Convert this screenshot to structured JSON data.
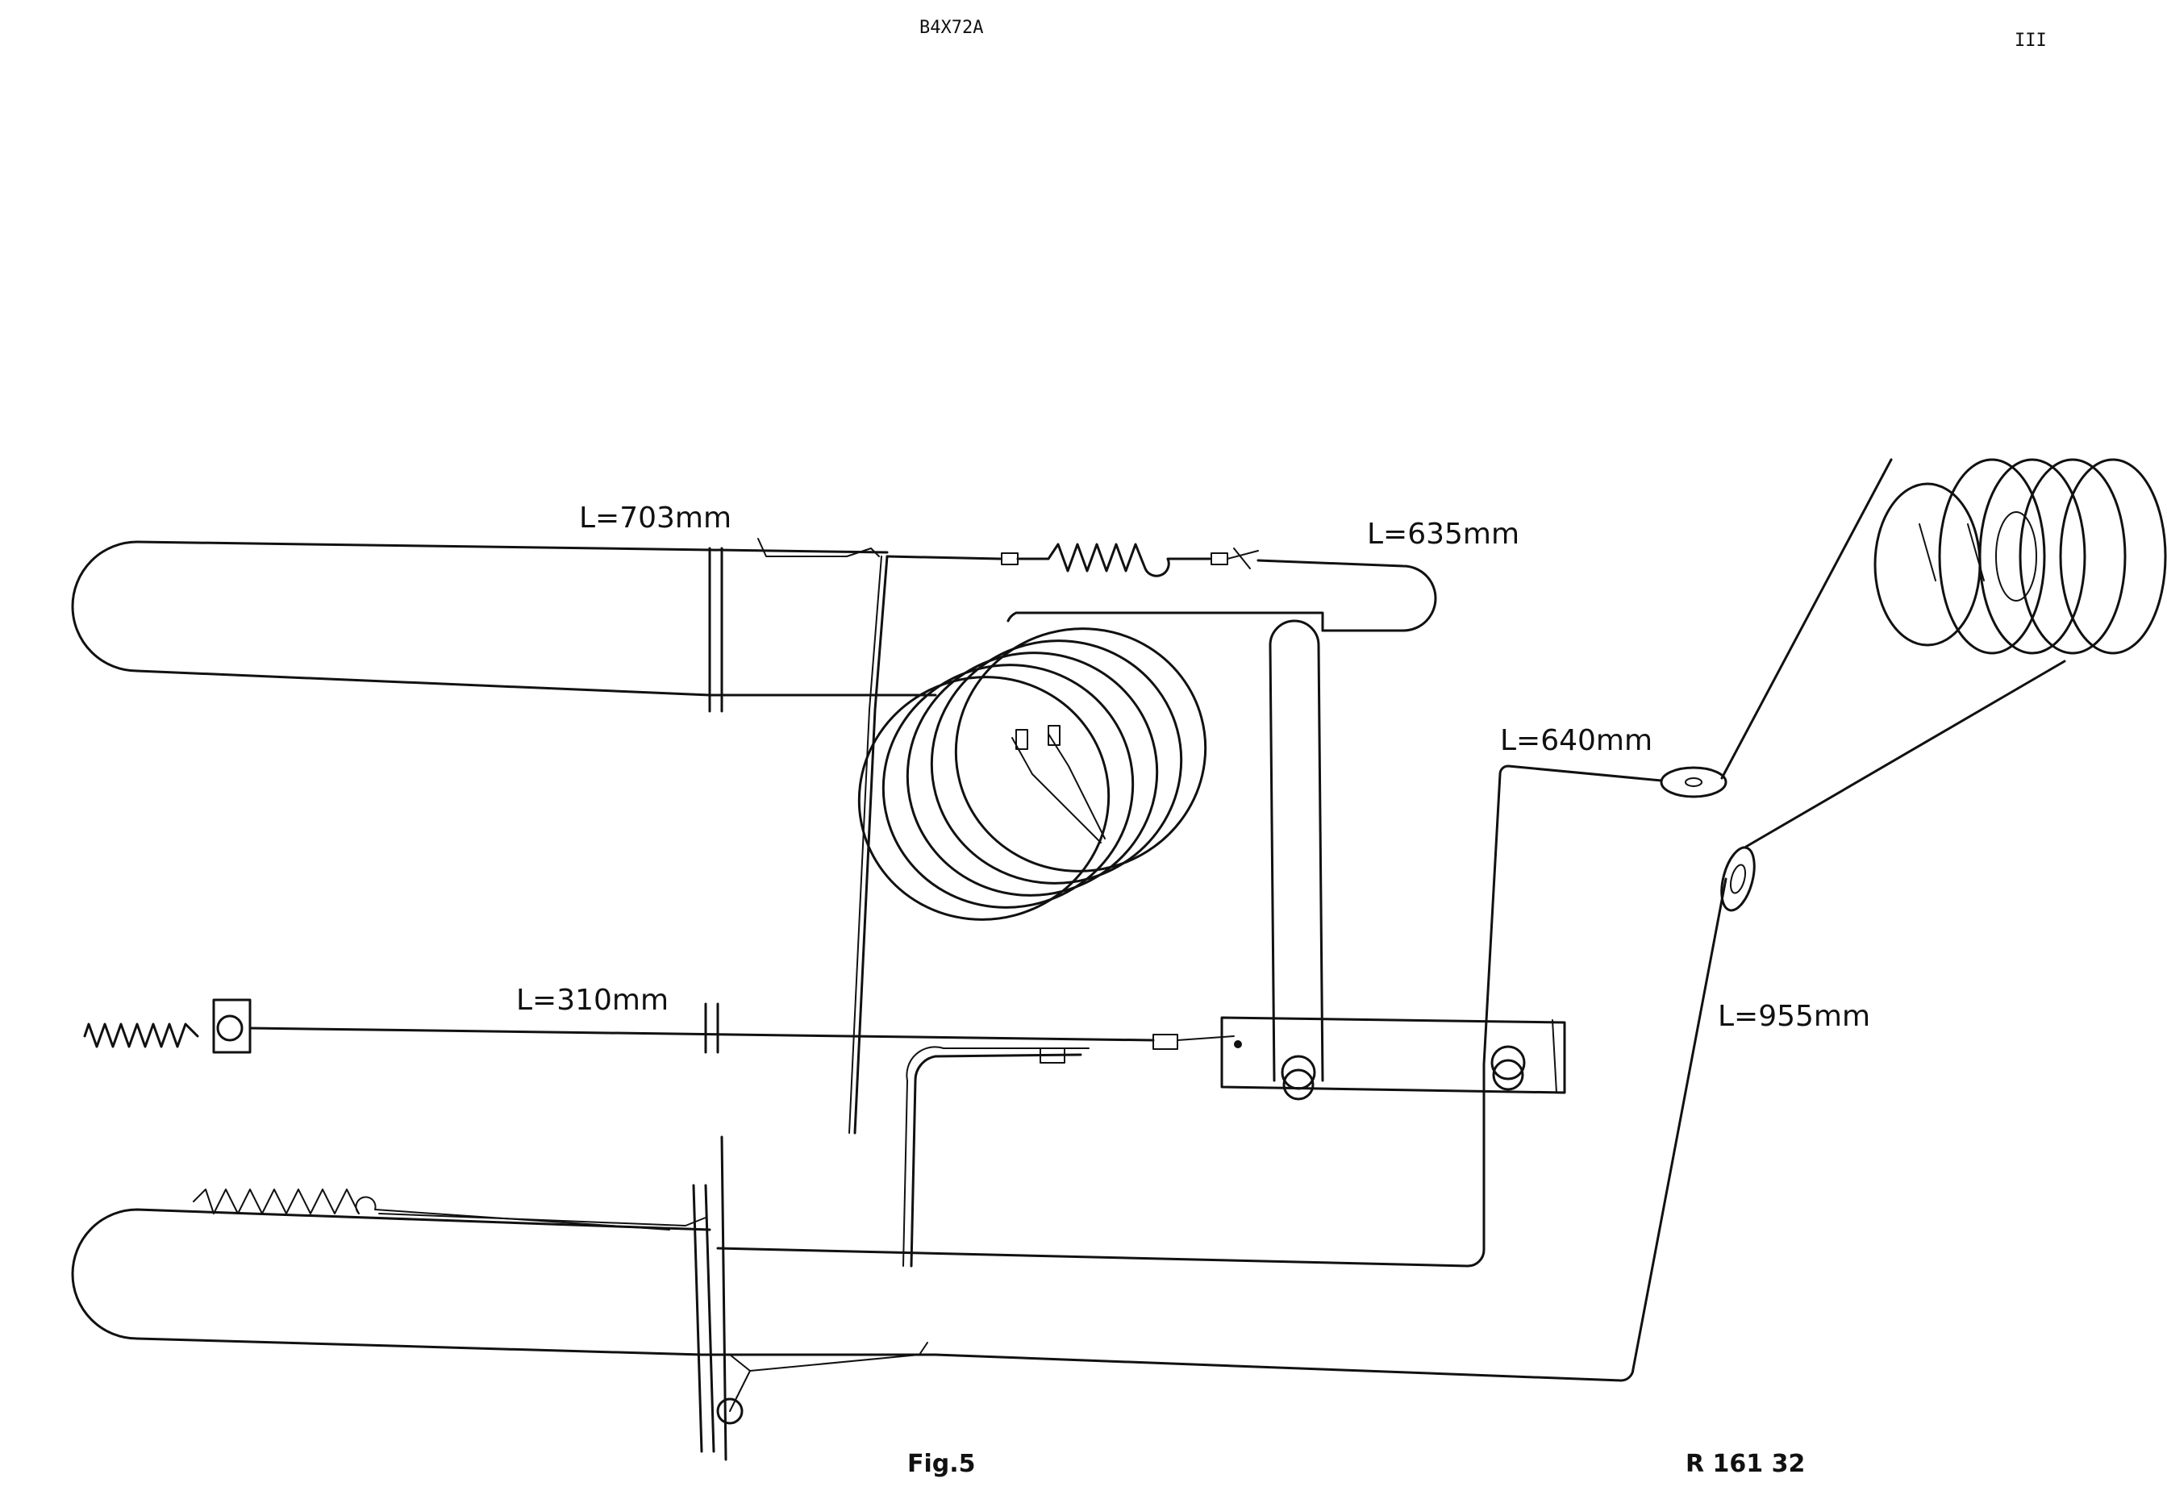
{
  "header": {
    "code": "B4X72A",
    "page": "III"
  },
  "labels": {
    "l703": "L=703mm",
    "l635": "L=635mm",
    "l640": "L=640mm",
    "l310": "L=310mm",
    "l955": "L=955mm"
  },
  "caption": {
    "figure": "Fig.5",
    "reference": "R 161 32"
  }
}
